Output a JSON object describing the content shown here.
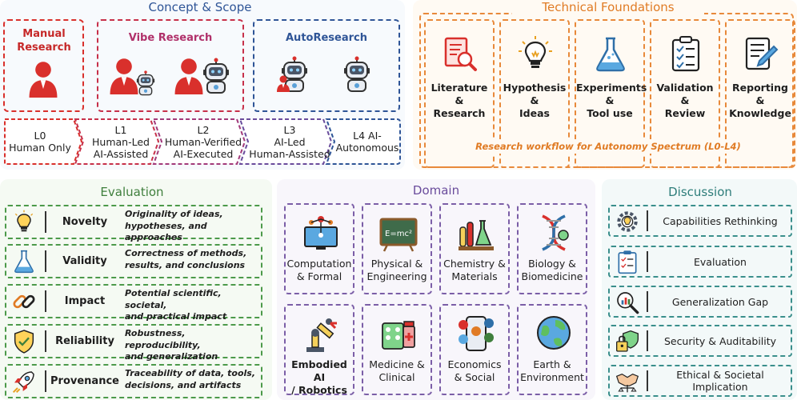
{
  "colors": {
    "concept": "#2f5597",
    "technical": "#e07b24",
    "evaluation": "#3f7f3d",
    "domain": "#6a4c9c",
    "discussion": "#2e7d7a",
    "human_red": "#d9302c"
  },
  "concept": {
    "title": "Concept & Scope",
    "modes": [
      {
        "label": "Manual Research",
        "icons": [
          "human-icon"
        ]
      },
      {
        "label": "Vibe Research",
        "icons": [
          "human-icon",
          "robot-icon",
          "human-icon",
          "robot-icon"
        ]
      },
      {
        "label": "AutoResearch",
        "icons": [
          "robot-icon",
          "human-icon",
          "robot-icon"
        ]
      }
    ],
    "levels": [
      {
        "line1": "L0",
        "line2": "Human Only",
        "line3": ""
      },
      {
        "line1": "L1",
        "line2": "Human-Led",
        "line3": "AI-Assisted"
      },
      {
        "line1": "L2",
        "line2": "Human-Verified",
        "line3": "AI-Executed"
      },
      {
        "line1": "L3",
        "line2": "AI-Led",
        "line3": "Human-Assisted"
      },
      {
        "line1": "L4 AI-",
        "line2": "Autonomous",
        "line3": ""
      }
    ]
  },
  "technical": {
    "title": "Technical Foundations",
    "caption": "Research workflow for Autonomy Spectrum (L0-L4)",
    "steps": [
      {
        "line1": "Literature",
        "line2": "&",
        "line3": "Research",
        "icon": "document-search-icon"
      },
      {
        "line1": "Hypothesis",
        "line2": "&",
        "line3": "Ideas",
        "icon": "lightbulb-icon"
      },
      {
        "line1": "Experiments",
        "line2": "&",
        "line3": "Tool use",
        "icon": "flask-icon"
      },
      {
        "line1": "Validation",
        "line2": "&",
        "line3": "Review",
        "icon": "checklist-icon"
      },
      {
        "line1": "Reporting",
        "line2": "&",
        "line3": "Knowledge",
        "icon": "report-pen-icon"
      }
    ]
  },
  "evaluation": {
    "title": "Evaluation",
    "criteria": [
      {
        "name": "Novelty",
        "desc1": "Originality of ideas,",
        "desc2": "hypotheses, and approaches",
        "desc3": "",
        "icon": "lightbulb-icon"
      },
      {
        "name": "Validity",
        "desc1": "Correctness of methods,",
        "desc2": "results, and conclusions",
        "desc3": "",
        "icon": "flask-icon"
      },
      {
        "name": "Impact",
        "desc1": "Potential scientific, societal,",
        "desc2": "and practical impact",
        "desc3": "",
        "icon": "chain-link-icon"
      },
      {
        "name": "Reliability",
        "desc1": "Robustness, reproducibility,",
        "desc2": "and generalization",
        "desc3": "",
        "icon": "shield-check-icon"
      },
      {
        "name": "Provenance",
        "desc1": "Traceability of data, tools,",
        "desc2": "decisions, and artifacts",
        "desc3": "",
        "icon": "rocket-icon"
      }
    ]
  },
  "domain": {
    "title": "Domain",
    "items": [
      {
        "line1": "Computation",
        "line2": "& Formal",
        "icon": "computer-network-icon"
      },
      {
        "line1": "Physical &",
        "line2": "Engineering",
        "icon": "blackboard-emc2-icon",
        "board_text": "E=mc²"
      },
      {
        "line1": "Chemistry &",
        "line2": "Materials",
        "icon": "lab-glassware-icon"
      },
      {
        "line1": "Biology &",
        "line2": "Biomedicine",
        "icon": "dna-icon"
      },
      {
        "line1": "Embodied AI",
        "line2": "/ Robotics",
        "icon": "robot-arm-icon"
      },
      {
        "line1": "Medicine &",
        "line2": "Clinical",
        "icon": "medicine-icon"
      },
      {
        "line1": "Economics",
        "line2": "& Social",
        "icon": "smartphone-social-icon"
      },
      {
        "line1": "Earth &",
        "line2": "Environment",
        "icon": "earth-globe-icon"
      }
    ]
  },
  "discussion": {
    "title": "Discussion",
    "topics": [
      {
        "line1": "Capabilities Rethinking",
        "line2": "",
        "icon": "gear-lightbulb-icon"
      },
      {
        "line1": "Evaluation",
        "line2": "",
        "icon": "clipboard-check-icon"
      },
      {
        "line1": "Generalization Gap",
        "line2": "",
        "icon": "magnifier-chart-icon"
      },
      {
        "line1": "Security & Auditability",
        "line2": "",
        "icon": "lock-shield-icon"
      },
      {
        "line1": "Ethical & Societal",
        "line2": "Implication",
        "icon": "handshake-scales-icon"
      }
    ]
  }
}
